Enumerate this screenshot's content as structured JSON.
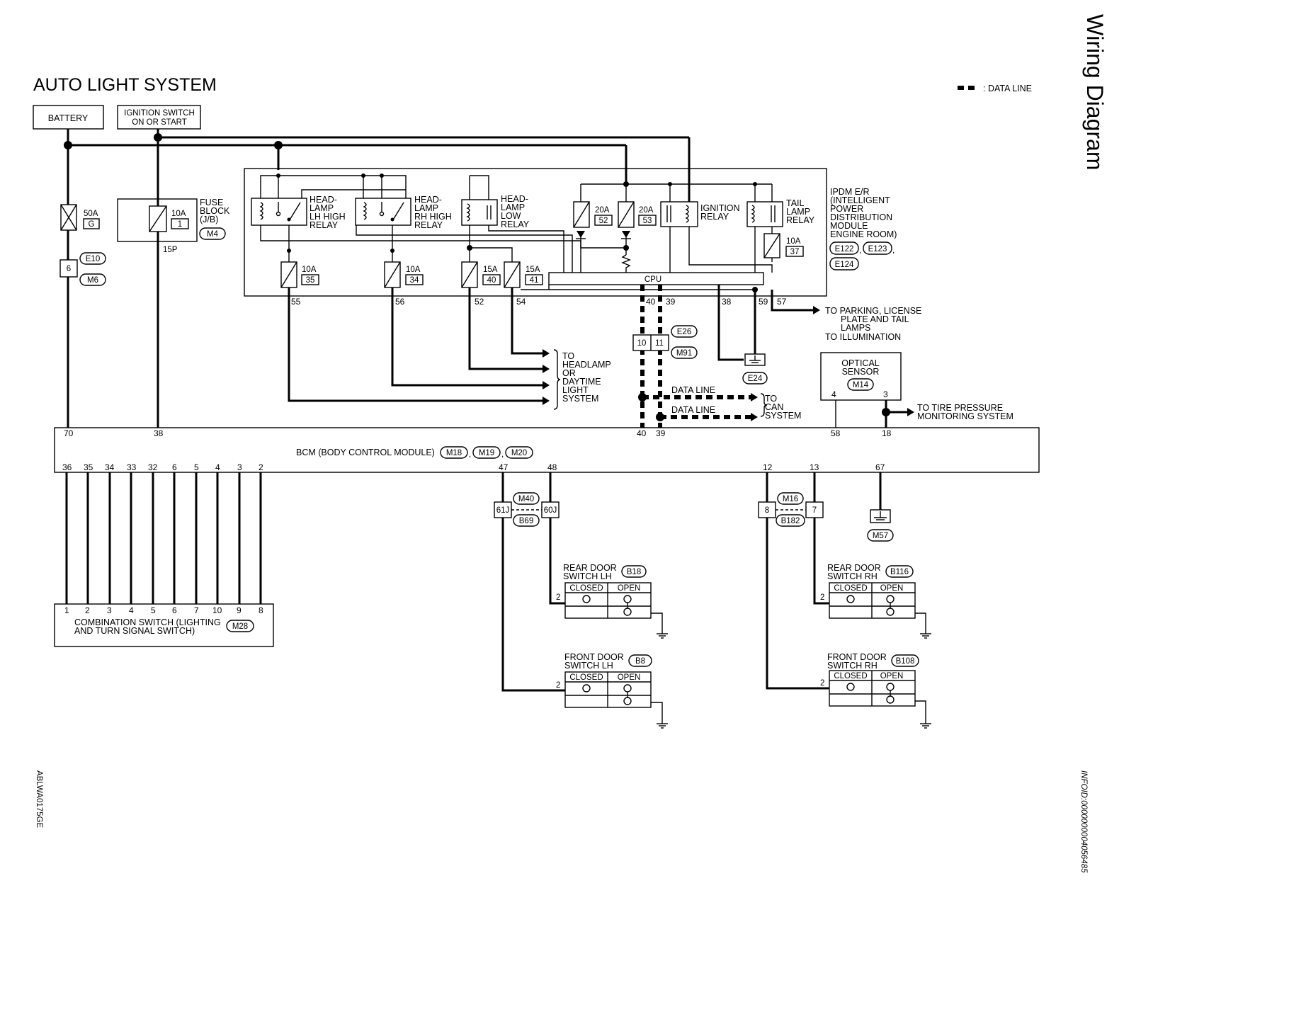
{
  "title": "AUTO LIGHT SYSTEM",
  "side_title": "Wiring Diagram",
  "legend": {
    "label": ": DATA LINE"
  },
  "footer": {
    "left_code": "ABLWA0175GE",
    "right_code": "INFOID:0000000004056485"
  },
  "battery": {
    "label": "BATTERY"
  },
  "ignition_switch": {
    "line1": "IGNITION SWITCH",
    "line2": "ON OR START"
  },
  "fuse_50a": {
    "amp": "50A",
    "id": "G"
  },
  "connector_6": {
    "pin": "6",
    "c1": "E10",
    "c2": "M6"
  },
  "fuse_block": {
    "amp": "10A",
    "id": "1",
    "line1": "FUSE",
    "line2": "BLOCK",
    "line3": "(J/B)",
    "conn": "M4",
    "pin": "15P"
  },
  "ipdm": {
    "line1": "IPDM E/R",
    "line2": "(INTELLIGENT",
    "line3": "POWER",
    "line4": "DISTRIBUTION",
    "line5": "MODULE",
    "line6": "ENGINE ROOM)",
    "c1": "E122",
    "c2": "E123",
    "c3": "E124",
    "comma1": ",",
    "comma2": ",",
    "cpu": "CPU",
    "relays": {
      "lh_high": {
        "l1": "HEAD-",
        "l2": "LAMP",
        "l3": "LH HIGH",
        "l4": "RELAY"
      },
      "rh_high": {
        "l1": "HEAD-",
        "l2": "LAMP",
        "l3": "RH HIGH",
        "l4": "RELAY"
      },
      "low": {
        "l1": "HEAD-",
        "l2": "LAMP",
        "l3": "LOW",
        "l4": "RELAY"
      },
      "ignition": {
        "l1": "IGNITION",
        "l2": "RELAY"
      },
      "tail": {
        "l1": "TAIL",
        "l2": "LAMP",
        "l3": "RELAY"
      }
    },
    "fuses": {
      "f52": {
        "amp": "20A",
        "id": "52"
      },
      "f53": {
        "amp": "20A",
        "id": "53"
      },
      "f37": {
        "amp": "10A",
        "id": "37"
      },
      "f35": {
        "amp": "10A",
        "id": "35"
      },
      "f34": {
        "amp": "10A",
        "id": "34"
      },
      "f40": {
        "amp": "15A",
        "id": "40"
      },
      "f41": {
        "amp": "15A",
        "id": "41"
      }
    },
    "pins": {
      "p55": "55",
      "p56": "56",
      "p52": "52",
      "p54": "54",
      "p40": "40",
      "p39": "39",
      "p38": "38",
      "p59": "59",
      "p57": "57"
    }
  },
  "to_parking": {
    "l1": "TO PARKING, LICENSE",
    "l2": "PLATE AND TAIL",
    "l3": "LAMPS",
    "l4": "TO ILLUMINATION"
  },
  "to_headlamp": {
    "l1": "TO",
    "l2": "HEADLAMP",
    "l3": "OR",
    "l4": "DAYTIME",
    "l5": "LIGHT",
    "l6": "SYSTEM"
  },
  "conn_e26": {
    "p1": "10",
    "p2": "11",
    "c1": "E26",
    "c2": "M91"
  },
  "ground_e24": {
    "label": "E24"
  },
  "data_lines": {
    "l1": "DATA LINE",
    "l2": "DATA LINE",
    "to1": "TO",
    "to2": "CAN",
    "to3": "SYSTEM"
  },
  "optical_sensor": {
    "l1": "OPTICAL",
    "l2": "SENSOR",
    "conn": "M14",
    "pin4": "4",
    "pin3": "3"
  },
  "to_tire": {
    "l1": "TO TIRE PRESSURE",
    "l2": "MONITORING SYSTEM"
  },
  "bcm": {
    "label": "BCM (BODY CONTROL MODULE)",
    "c1": "M18",
    "c2": "M19",
    "c3": "M20",
    "comma1": ",",
    "comma2": ",",
    "top_pins": {
      "p70": "70",
      "p38": "38",
      "p40": "40",
      "p39": "39",
      "p58": "58",
      "p18": "18"
    },
    "bottom_pins": [
      "36",
      "35",
      "34",
      "33",
      "32",
      "6",
      "5",
      "4",
      "3",
      "2"
    ],
    "p47": "47",
    "p48": "48",
    "p12": "12",
    "p13": "13",
    "p67": "67"
  },
  "combination_switch": {
    "l1": "COMBINATION SWITCH (LIGHTING",
    "l2": "AND TURN SIGNAL SWITCH)",
    "conn": "M28",
    "pins": [
      "1",
      "2",
      "3",
      "4",
      "5",
      "6",
      "7",
      "10",
      "9",
      "8"
    ]
  },
  "conn_m40": {
    "c1": "M40",
    "c2": "B69",
    "p1": "61J",
    "p2": "60J"
  },
  "conn_m16": {
    "c1": "M16",
    "c2": "B182",
    "p1": "8",
    "p2": "7"
  },
  "ground_m57": {
    "label": "M57"
  },
  "door_switches": {
    "rear_lh": {
      "l1": "REAR DOOR",
      "l2": "SWITCH LH",
      "conn": "B18",
      "closed": "CLOSED",
      "open": "OPEN",
      "pin": "2"
    },
    "front_lh": {
      "l1": "FRONT DOOR",
      "l2": "SWITCH LH",
      "conn": "B8",
      "closed": "CLOSED",
      "open": "OPEN",
      "pin": "2"
    },
    "rear_rh": {
      "l1": "REAR DOOR",
      "l2": "SWITCH RH",
      "conn": "B116",
      "closed": "CLOSED",
      "open": "OPEN",
      "pin": "2"
    },
    "front_rh": {
      "l1": "FRONT DOOR",
      "l2": "SWITCH RH",
      "conn": "B108",
      "closed": "CLOSED",
      "open": "OPEN",
      "pin": "2"
    }
  }
}
